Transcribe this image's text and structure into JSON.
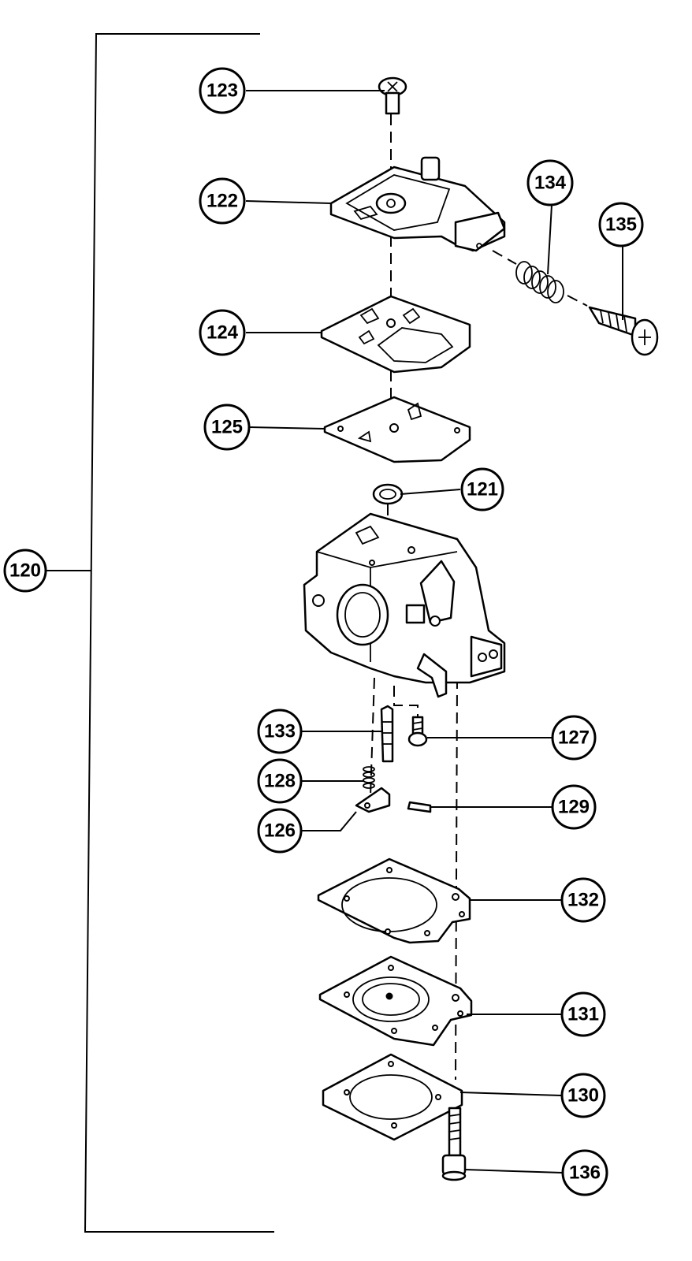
{
  "callouts": [
    {
      "id": "c120",
      "label": "120"
    },
    {
      "id": "c121",
      "label": "121"
    },
    {
      "id": "c122",
      "label": "122"
    },
    {
      "id": "c123",
      "label": "123"
    },
    {
      "id": "c124",
      "label": "124"
    },
    {
      "id": "c125",
      "label": "125"
    },
    {
      "id": "c126",
      "label": "126"
    },
    {
      "id": "c127",
      "label": "127"
    },
    {
      "id": "c128",
      "label": "128"
    },
    {
      "id": "c129",
      "label": "129"
    },
    {
      "id": "c130",
      "label": "130"
    },
    {
      "id": "c131",
      "label": "131"
    },
    {
      "id": "c132",
      "label": "132"
    },
    {
      "id": "c133",
      "label": "133"
    },
    {
      "id": "c134",
      "label": "134"
    },
    {
      "id": "c135",
      "label": "135"
    },
    {
      "id": "c136",
      "label": "136"
    }
  ]
}
